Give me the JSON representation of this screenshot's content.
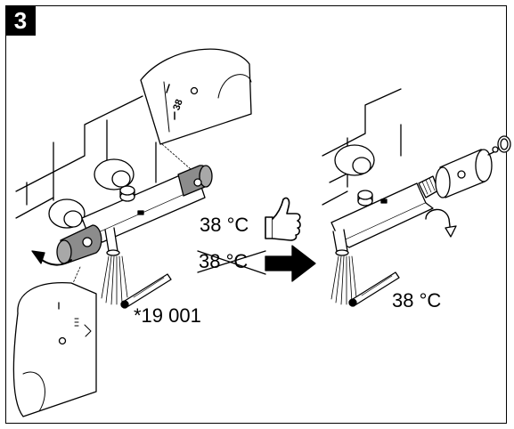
{
  "step": {
    "number": "3"
  },
  "labels": {
    "temp_ok": "38 °C",
    "temp_crossed": "38 °C",
    "part_number": "*19 001",
    "temp_final": "38 °C",
    "dial_marking": "38"
  },
  "icons": [
    "thumbs-up-icon",
    "arrow-right-icon",
    "thermometer-icon",
    "rotate-arrow-icon",
    "water-spray-icon"
  ]
}
